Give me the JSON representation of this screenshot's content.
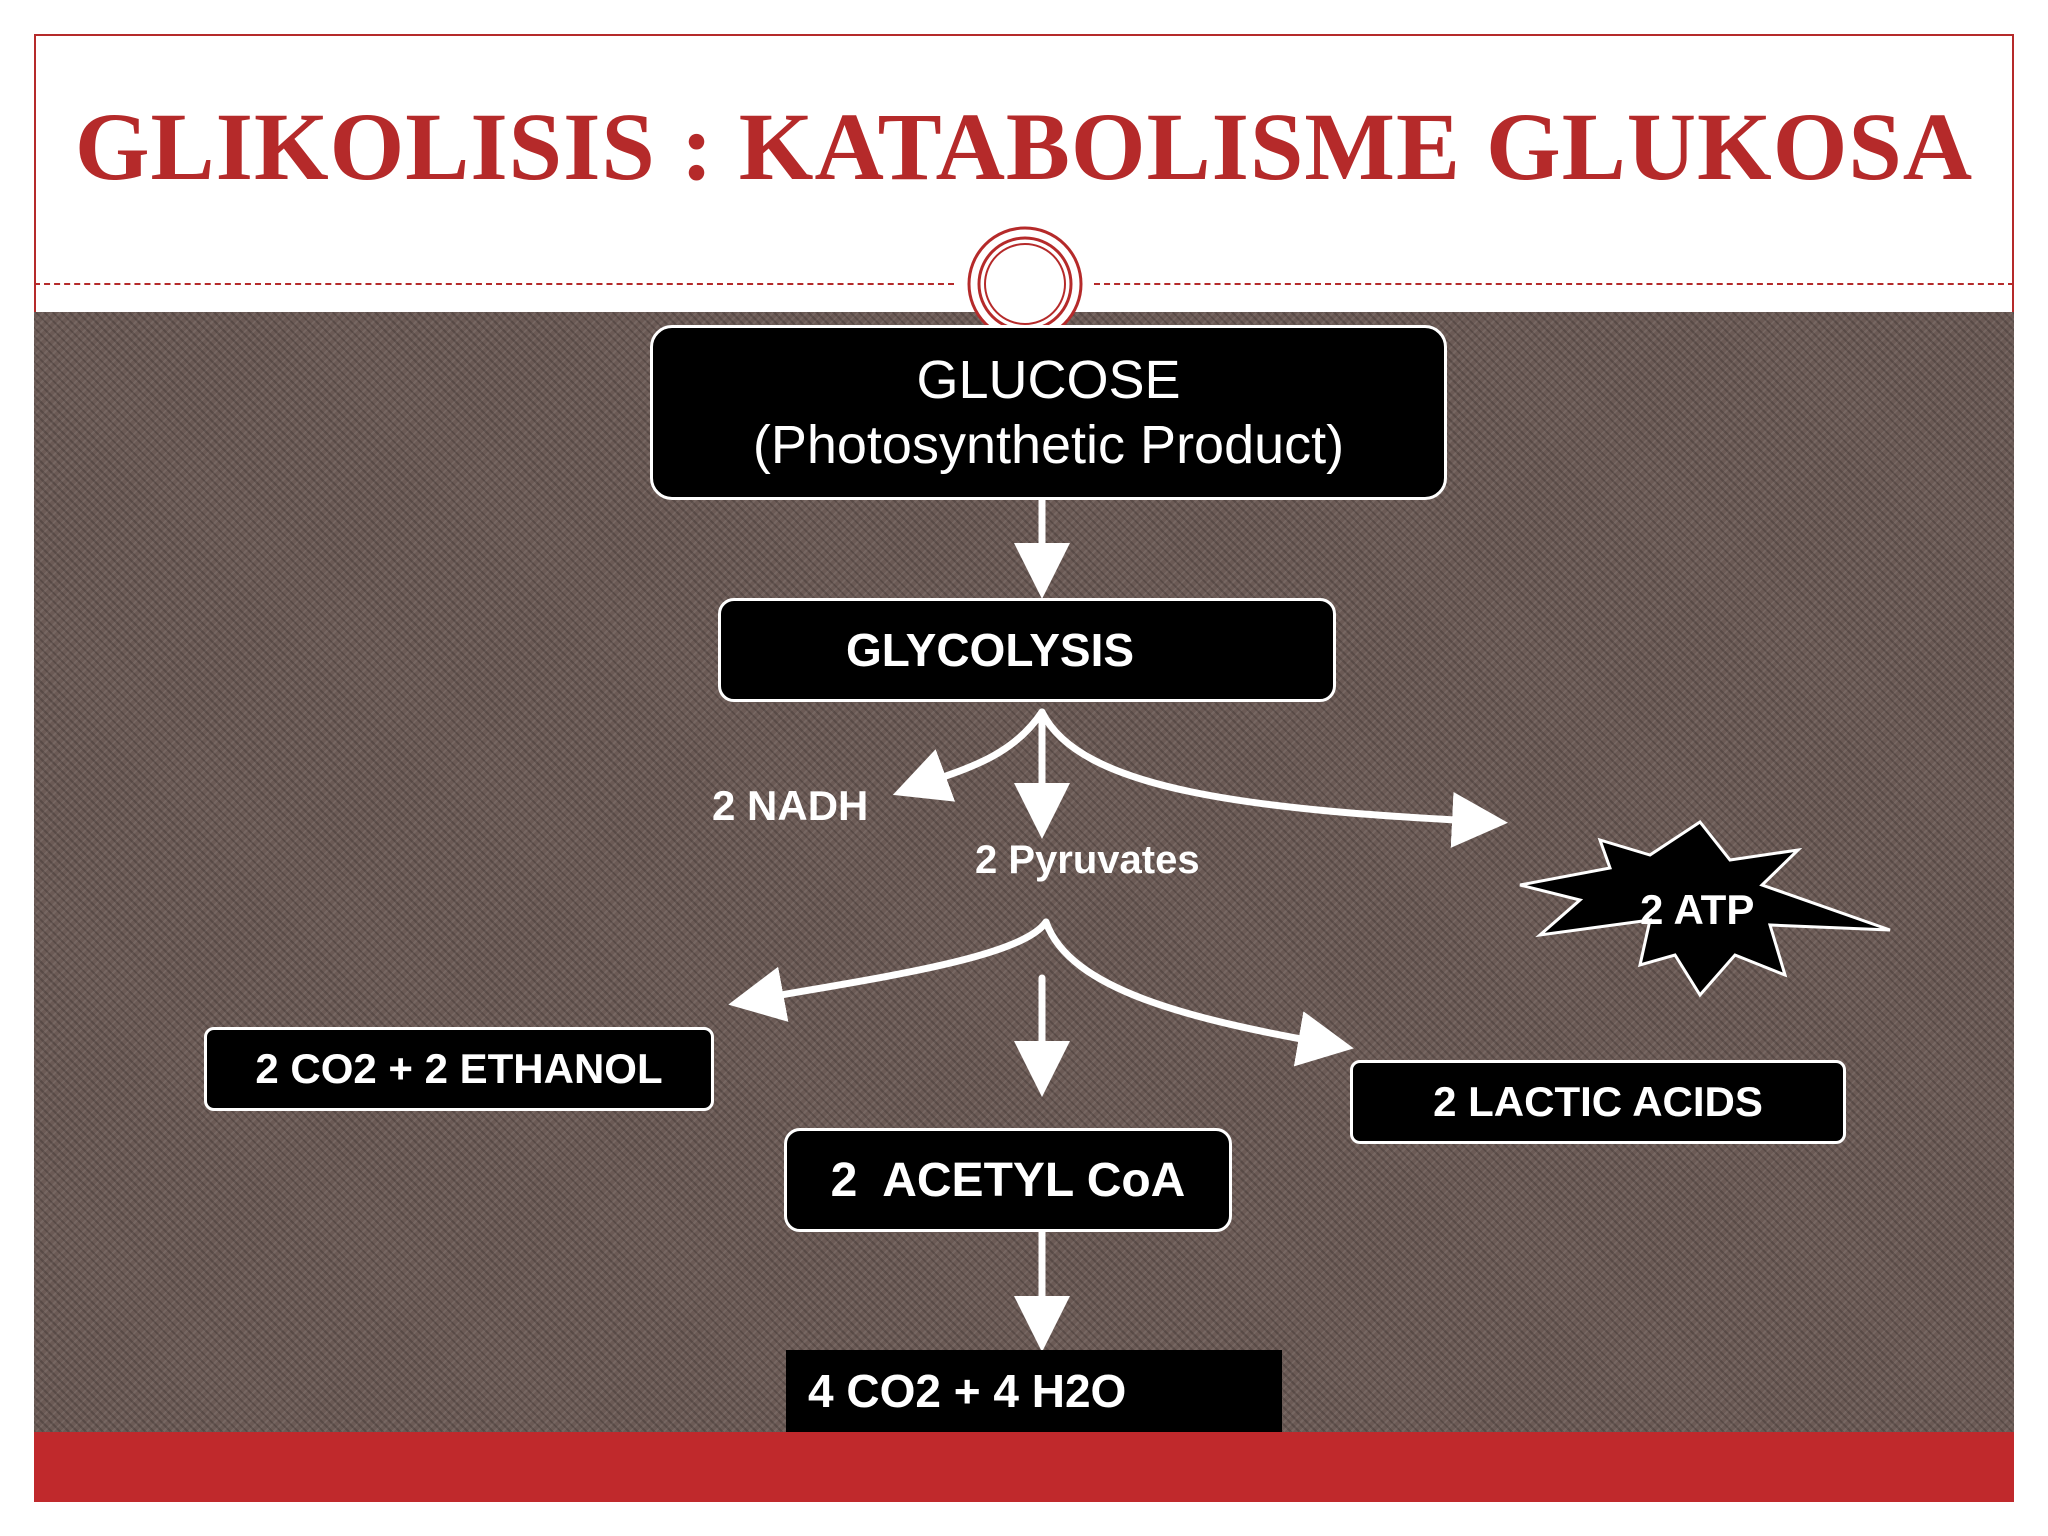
{
  "slide": {
    "title": "GLIKOLISIS : KATABOLISME GLUKOSA"
  },
  "nodes": {
    "glucose_line1": "GLUCOSE",
    "glucose_line2": "(Photosynthetic Product)",
    "glycolysis": "GLYCOLYSIS",
    "nadh": "2 NADH",
    "pyruvates": "2 Pyruvates",
    "atp": "2 ATP",
    "ethanol": "2 CO2 + 2 ETHANOL",
    "lactic": "2 LACTIC ACIDS",
    "acetyl": "2  ACETYL CoA",
    "final": "4 CO2 + 4 H2O"
  },
  "colors": {
    "accent": "#b52a2a",
    "bottom_bar": "#c0292c",
    "background_pattern": "#6b5a55",
    "box_fill": "#000000",
    "text_light": "#ffffff"
  }
}
